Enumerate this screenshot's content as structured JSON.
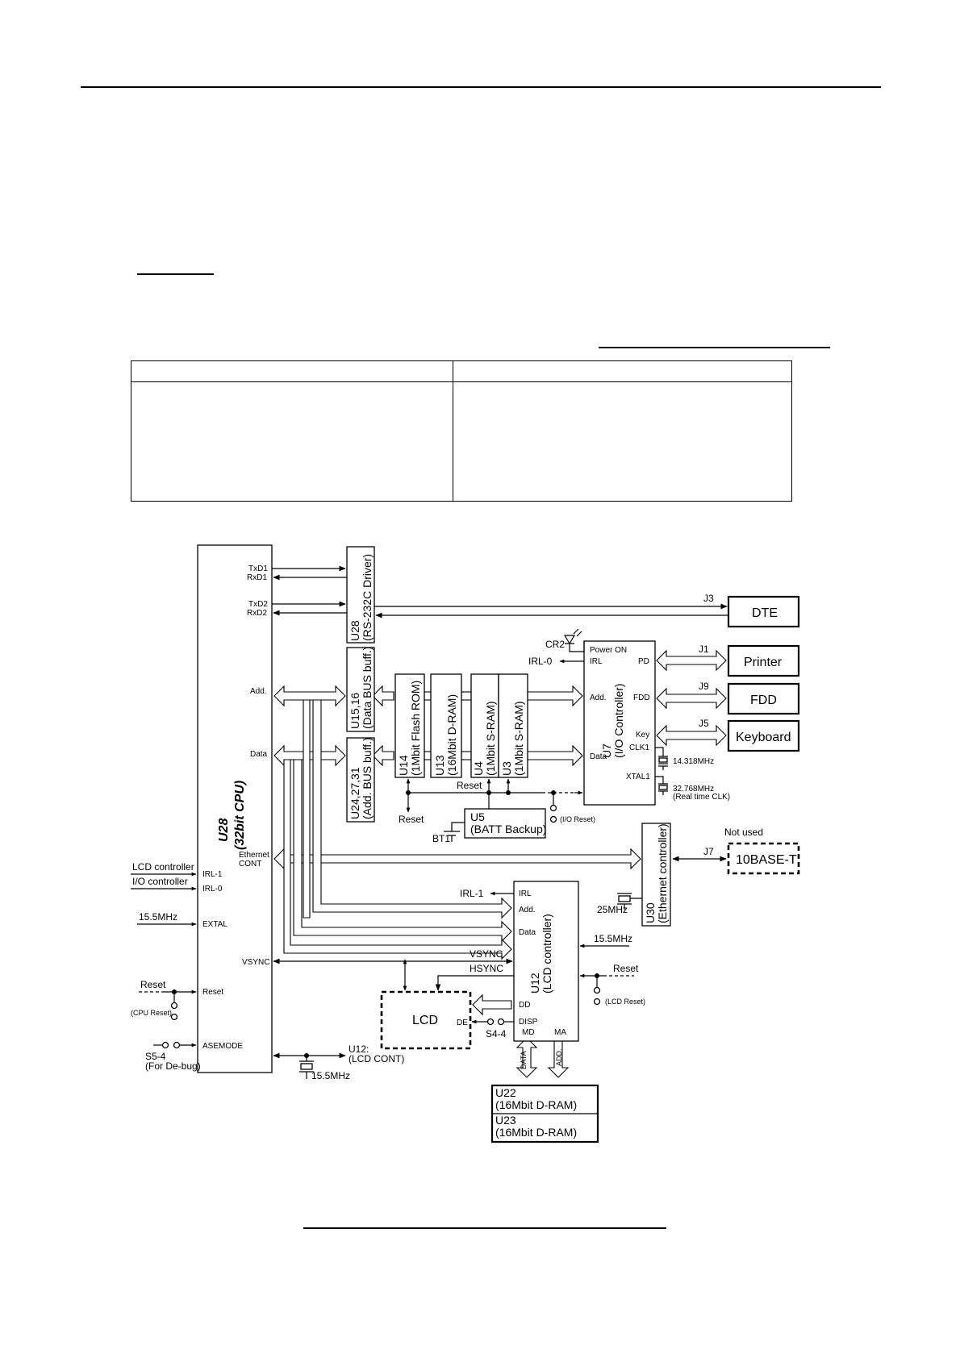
{
  "blocks": {
    "cpu": {
      "id": "U28",
      "desc": "(32bit CPU)"
    },
    "rs232c": {
      "id": "U28",
      "desc": "(RS-232C Driver)"
    },
    "data_buf": {
      "id": "U15,16",
      "desc": "(Data BUS buff.)"
    },
    "addr_buf": {
      "id": "U24,27,31",
      "desc": "(Add. BUS buff.)"
    },
    "flash": {
      "id": "U14",
      "desc": "(1Mbit Flash ROM)"
    },
    "dram13": {
      "id": "U13",
      "desc": "(16Mbit D-RAM)"
    },
    "sram4": {
      "id": "U4",
      "desc": "(1Mbit S-RAM)"
    },
    "sram3": {
      "id": "U3",
      "desc": "(1Mbit S-RAM)"
    },
    "io": {
      "id": "U7",
      "desc": "(I/O Controller)"
    },
    "batt": {
      "id": "U5",
      "desc": "(BATT Backup)"
    },
    "ether": {
      "id": "U30",
      "desc": "(Ethernet controller)"
    },
    "lcdc": {
      "id": "U12",
      "desc": "(LCD controller)"
    },
    "lcd": "LCD",
    "dram22": {
      "id": "U22",
      "desc": "(16Mbit D-RAM)"
    },
    "dram23": {
      "id": "U23",
      "desc": "(16Mbit D-RAM)"
    },
    "dte": "DTE",
    "printer": "Printer",
    "fdd": "FDD",
    "keyboard": "Keyboard",
    "tenbase": "10BASE-T"
  },
  "cpu_pins": {
    "txd1": "TxD1",
    "rxd1": "RxD1",
    "txd2": "TxD2",
    "rxd2": "RxD2",
    "add": "Add.",
    "data": "Data",
    "ether1": "Ethernet",
    "ether2": "CONT",
    "irl1": "IRL-1",
    "irl0": "IRL-0",
    "extal": "EXTAL",
    "vsync": "VSYNC",
    "reset": "Reset",
    "asemode": "ASEMODE"
  },
  "io_pins": {
    "power_on": "Power ON",
    "irl": "IRL",
    "pd": "PD",
    "add": "Add.",
    "fdd": "FDD",
    "key": "Key",
    "clk1": "CLK1",
    "data": "Data",
    "xtal1": "XTAL1"
  },
  "lcd_pins": {
    "irl": "IRL",
    "add": "Add.",
    "data": "Data",
    "dd": "DD",
    "disp": "DISP",
    "md": "MD",
    "ma": "MA",
    "de": "DE"
  },
  "labels": {
    "j3": "J3",
    "j1": "J1",
    "j9": "J9",
    "j5": "J5",
    "j7": "J7",
    "cr2": "CR2",
    "irl0_out": "IRL-0",
    "irl1_out": "IRL-1",
    "reset_bus": "Reset",
    "reset_arrow": "Reset",
    "io_reset": "(I/O Reset)",
    "bt1": "BT1",
    "xtal_14": "14.318MHz",
    "xtal_32": "32.768MHz",
    "rtc": "(Real time CLK)",
    "not_used": "Not used",
    "xtal_25": "25MHz",
    "lcd_controller": "LCD controller",
    "io_controller": "I/O controller",
    "extal_freq": "15.5MHz",
    "vsync": "VSYNC",
    "hsync": "HSYNC",
    "lcd_15": "15.5MHz",
    "lcd_reset": "Reset",
    "lcd_reset_note": "(LCD Reset)",
    "cpu_reset": "Reset",
    "cpu_reset_note": "(CPU Reset)",
    "s54_lcd": "S4-4",
    "s54": "S5-4",
    "debug": "(For De-bug)",
    "u12_cont": "U12:",
    "lcd_cont": "(LCD CONT)",
    "bottom_15": "15.5MHz",
    "data_bus": "DATA",
    "add_bus": "ADD."
  }
}
